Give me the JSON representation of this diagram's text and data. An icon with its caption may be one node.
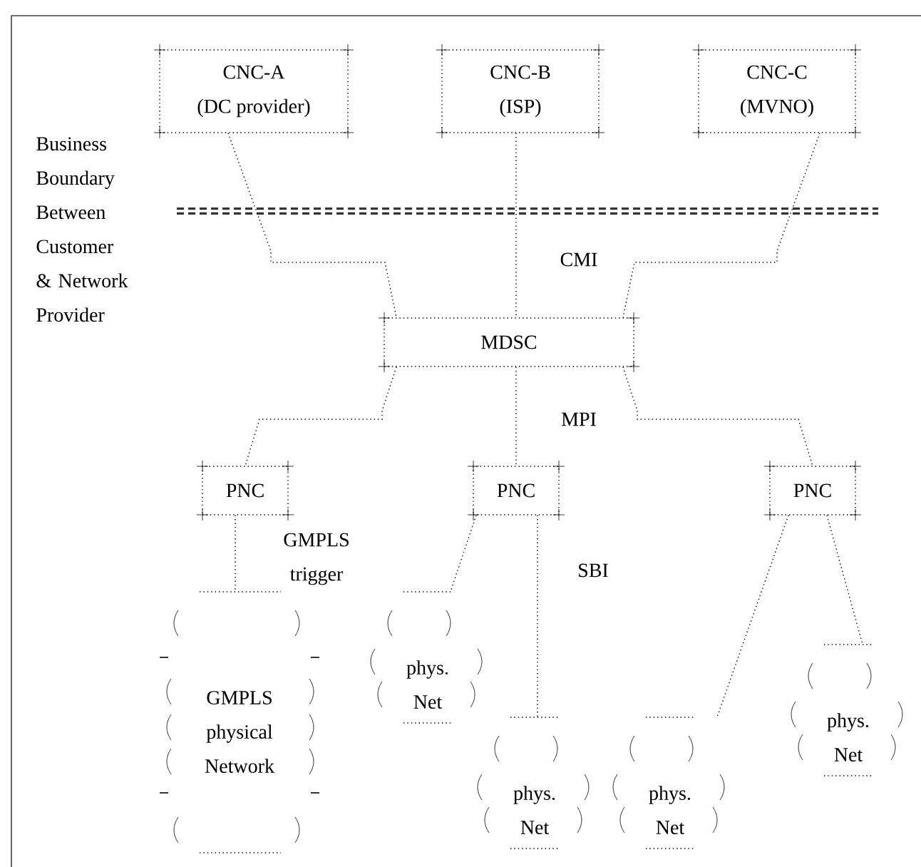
{
  "diagram": {
    "nodes": [
      {
        "text": [
          "CNC-A",
          "(DC provider)"
        ]
      },
      {
        "text": [
          "CNC-B",
          "(ISP)"
        ]
      },
      {
        "text": [
          "CNC-C",
          "(MVNO)"
        ]
      },
      {
        "text": [
          "MDSC"
        ]
      },
      {
        "text": [
          "PNC"
        ]
      },
      {
        "text": [
          "PNC"
        ]
      },
      {
        "text": [
          "PNC"
        ]
      },
      {
        "text": [
          "GMPLS physical Network"
        ]
      },
      {
        "text": [
          "phys. Net"
        ]
      },
      {
        "text": [
          "phys. Net"
        ]
      },
      {
        "text": [
          "phys. Net"
        ]
      },
      {
        "text": [
          "phys. Net"
        ]
      }
    ],
    "edges": [
      {
        "from": 0,
        "to": 3,
        "arrow": "none"
      },
      {
        "from": 1,
        "to": 3,
        "arrow": "none",
        "label": "CMI"
      },
      {
        "from": 2,
        "to": 3,
        "arrow": "none"
      },
      {
        "from": 3,
        "to": 4,
        "arrow": "none"
      },
      {
        "from": 3,
        "to": 5,
        "arrow": "none",
        "label": "MPI"
      },
      {
        "from": 3,
        "to": 6,
        "arrow": "none"
      },
      {
        "from": 4,
        "to": 7,
        "arrow": "none",
        "label": "GMPLS trigger"
      },
      {
        "from": 5,
        "to": 8,
        "arrow": "none"
      },
      {
        "from": 5,
        "to": 9,
        "arrow": "none",
        "label": "SBI"
      },
      {
        "from": 6,
        "to": 10,
        "arrow": "none"
      },
      {
        "from": 6,
        "to": 11,
        "arrow": "none"
      }
    ],
    "labels": [
      "Business Boundary Between Customer & Network Provider"
    ]
  }
}
